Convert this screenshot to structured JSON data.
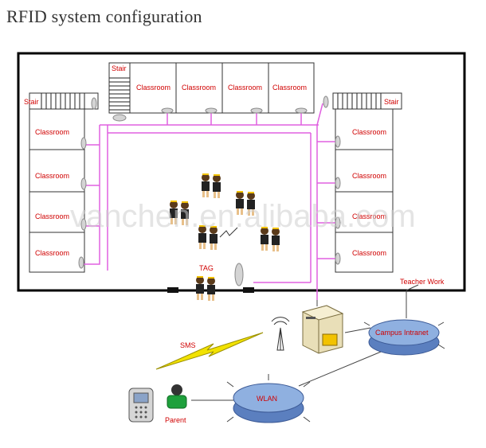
{
  "title": "RFID system configuration",
  "labels": {
    "stair": "Stair",
    "classroom": "Classroom",
    "tag": "TAG",
    "sms": "SMS",
    "wlan": "WLAN",
    "campus_intranet": "Campus Intranet",
    "teacher_work": "Teacher Work",
    "parent": "Parent"
  },
  "watermark": "vanchen.en.alibaba.com",
  "colors": {
    "wall": "#000000",
    "network_line": "#e060e0",
    "label_red": "#d00000",
    "disk_blue": "#7b9fd6",
    "lightning": "#f2e200",
    "link_line": "#444444"
  }
}
